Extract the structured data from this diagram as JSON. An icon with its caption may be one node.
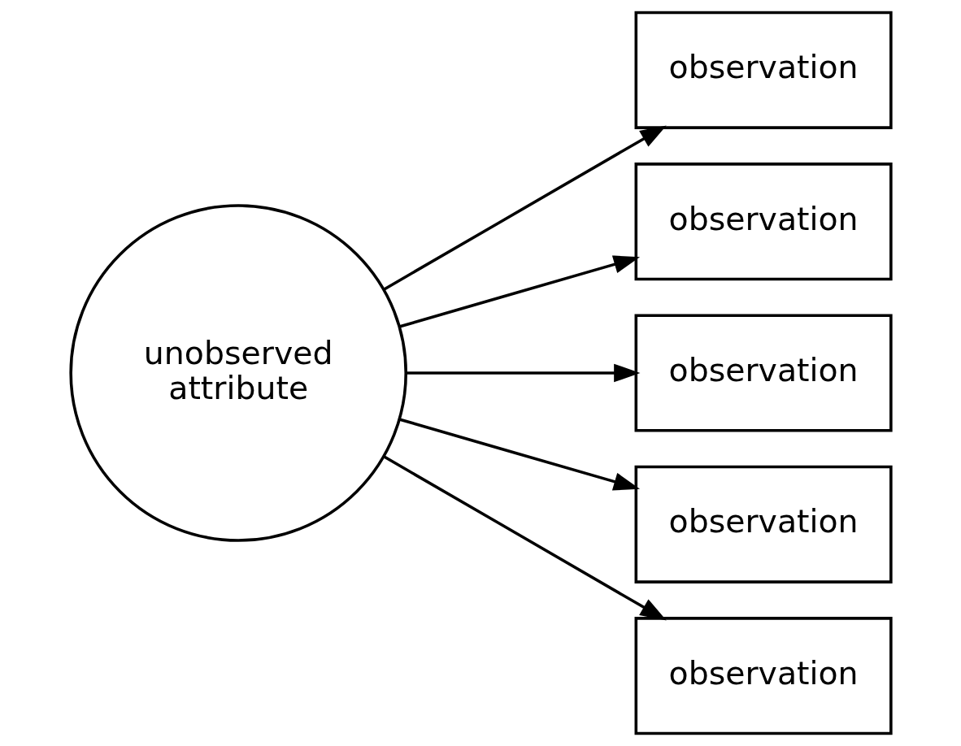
{
  "diagram": {
    "nodes": [
      {
        "text": [
          "unobserved attribute"
        ]
      },
      {
        "text": [
          "observation"
        ]
      },
      {
        "text": [
          "observation"
        ]
      },
      {
        "text": [
          "observation"
        ]
      },
      {
        "text": [
          "observation"
        ]
      },
      {
        "text": [
          "observation"
        ]
      }
    ],
    "edges": [
      {
        "from": 0,
        "to": 1,
        "arrow": "to"
      },
      {
        "from": 0,
        "to": 2,
        "arrow": "to"
      },
      {
        "from": 0,
        "to": 3,
        "arrow": "to"
      },
      {
        "from": 0,
        "to": 4,
        "arrow": "to"
      },
      {
        "from": 0,
        "to": 5,
        "arrow": "to"
      }
    ]
  }
}
